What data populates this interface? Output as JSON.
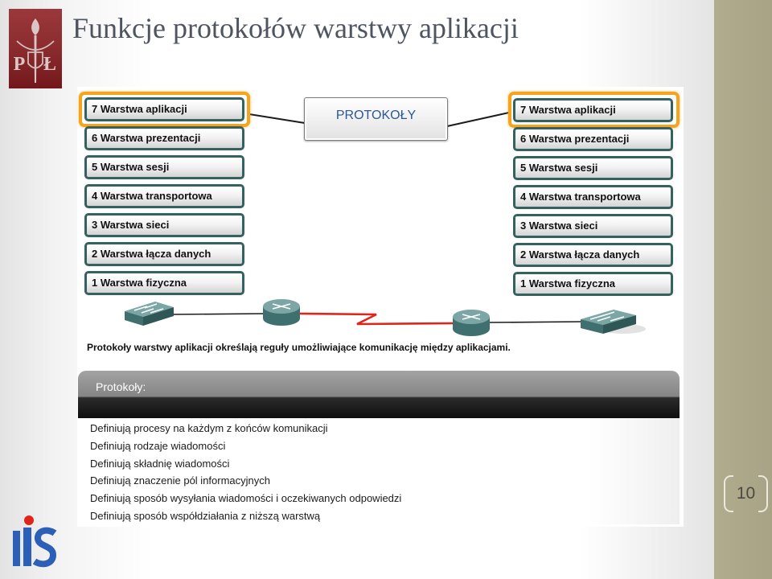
{
  "slide": {
    "title": "Funkcje protokołów warstwy aplikacji",
    "page_number": "10"
  },
  "logos": {
    "pl_logo_letters": [
      "P",
      "Ł"
    ]
  },
  "diagram": {
    "left_stack": [
      "7 Warstwa aplikacji",
      "6 Warstwa prezentacji",
      "5 Warstwa sesji",
      "4 Warstwa transportowa",
      "3 Warstwa sieci",
      "2 Warstwa łącza danych",
      "1 Warstwa fizyczna"
    ],
    "right_stack": [
      "7 Warstwa aplikacji",
      "6 Warstwa prezentacji",
      "5 Warstwa sesji",
      "4 Warstwa transportowa",
      "3 Warstwa sieci",
      "2 Warstwa łącza danych",
      "1 Warstwa fizyczna"
    ],
    "center_label": "PROTOKOŁY",
    "network_icons": [
      "switch-icon",
      "router-icon",
      "router-icon",
      "switch-icon"
    ],
    "caption": "Protokoły warstwy aplikacji określają reguły umożliwiające komunikację między aplikacjami."
  },
  "protocols_panel": {
    "header": "Protokoły:",
    "items": [
      "Definiują procesy na każdym z końców komunikacji",
      "Definiują rodzaje wiadomości",
      "Definiują składnię wiadomości",
      "Definiują znaczenie pól informacyjnych",
      "Definiują sposób wysyłania wiadomości i oczekiwanych odpowiedzi",
      "Definiują sposób współdziałania z niższą warstwą"
    ]
  },
  "colors": {
    "highlight": "#f5a41f",
    "layer_border": "#34625f",
    "protocol_label": "#2b5797",
    "link_red": "#e2231a",
    "side_stripe": "#b1ac8e",
    "logo_red": "#8c1c1f",
    "logo_blue": "#2c5fb8",
    "title_text": "#4e5560"
  }
}
